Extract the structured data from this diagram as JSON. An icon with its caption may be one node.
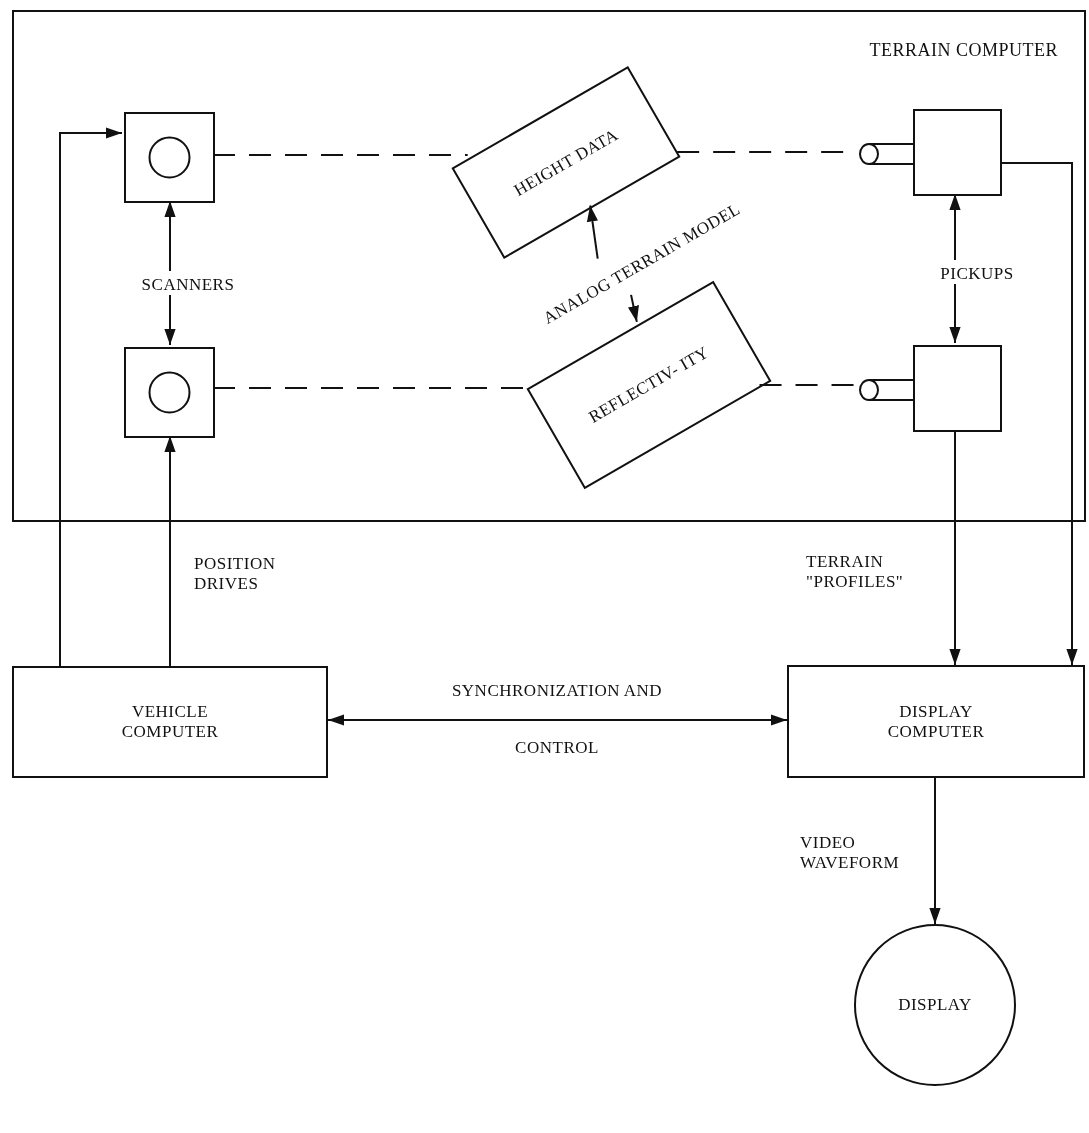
{
  "diagram": {
    "nodes": [
      {
        "text": [
          "TERRAIN COMPUTER"
        ]
      },
      {
        "text": [],
        "shape": "box",
        "in": 0
      },
      {
        "text": [
          "HEIGHT DATA"
        ],
        "in": 0
      },
      {
        "text": [],
        "shape": "box",
        "in": 0
      },
      {
        "text": [
          "SCANNERS"
        ],
        "in": 0
      },
      {
        "text": [
          "ANALOG TERRAIN MODEL"
        ],
        "in": 0
      },
      {
        "text": [
          "PICKUPS"
        ],
        "in": 0
      },
      {
        "text": [],
        "shape": "box",
        "in": 0
      },
      {
        "text": [
          "REFLECTIV- ITY"
        ],
        "in": 0
      },
      {
        "text": [],
        "shape": "box",
        "in": 0
      },
      {
        "text": [
          "VEHICLE COMPUTER"
        ]
      },
      {
        "text": [
          "DISPLAY COMPUTER"
        ]
      },
      {
        "text": [
          "DISPLAY"
        ]
      }
    ],
    "edges": [
      {
        "from": 4,
        "to": 1,
        "arrow": "to"
      },
      {
        "from": 4,
        "to": 7,
        "arrow": "to"
      },
      {
        "from": 5,
        "to": 2,
        "arrow": "to"
      },
      {
        "from": 5,
        "to": 8,
        "arrow": "to"
      },
      {
        "from": 6,
        "to": 3,
        "arrow": "to"
      },
      {
        "from": 6,
        "to": 9,
        "arrow": "to"
      },
      {
        "from": 1,
        "to": 2,
        "arrow": "none",
        "style": "dashed"
      },
      {
        "from": 2,
        "to": 3,
        "arrow": "none",
        "style": "dashed"
      },
      {
        "from": 7,
        "to": 8,
        "arrow": "none",
        "style": "dashed"
      },
      {
        "from": 8,
        "to": 9,
        "arrow": "none",
        "style": "dashed"
      },
      {
        "from": 10,
        "to": 1,
        "arrow": "to"
      },
      {
        "from": 10,
        "to": 7,
        "arrow": "to",
        "label": "POSITION DRIVES"
      },
      {
        "from": 10,
        "to": 11,
        "arrow": "both",
        "label": "SYNCHRONIZATION AND CONTROL"
      },
      {
        "from": 9,
        "to": 11,
        "arrow": "to",
        "label": "TERRAIN \"PROFILES\""
      },
      {
        "from": 3,
        "to": 11,
        "arrow": "to"
      },
      {
        "from": 11,
        "to": 12,
        "arrow": "to",
        "label": "VIDEO WAVEFORM"
      }
    ]
  }
}
